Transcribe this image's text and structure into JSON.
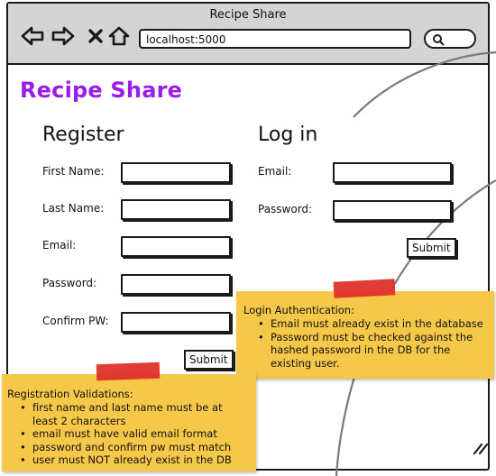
{
  "window": {
    "title": "Recipe Share"
  },
  "browser": {
    "address": "localhost:5000",
    "nav_icons": [
      "back-arrow-icon",
      "forward-arrow-icon",
      "close-x-icon",
      "home-icon"
    ],
    "search_icon": "search-icon"
  },
  "brand": {
    "name": "Recipe Share",
    "color": "#9b1bea"
  },
  "register": {
    "title": "Register",
    "fields": [
      {
        "label": "First Name:",
        "value": ""
      },
      {
        "label": "Last Name:",
        "value": ""
      },
      {
        "label": "Email:",
        "value": ""
      },
      {
        "label": "Password:",
        "value": ""
      },
      {
        "label": "Confirm PW:",
        "value": ""
      }
    ],
    "submit_label": "Submit"
  },
  "login": {
    "title": "Log in",
    "fields": [
      {
        "label": "Email:",
        "value": ""
      },
      {
        "label": "Password:",
        "value": ""
      }
    ],
    "submit_label": "Submit"
  },
  "notes": {
    "login_auth": {
      "title": "Login Authentication:",
      "items": [
        "Email must already exist in the database",
        "Password must be checked against the hashed password in the DB for the existing user."
      ]
    },
    "registration": {
      "title": "Registration Validations:",
      "items": [
        "first name and last name must be at least 2 characters",
        "email must have valid email format",
        "password and confirm pw must match",
        "user must NOT already exist in the DB"
      ]
    },
    "note_color": "#f5c84a",
    "tape_color": "#e0322b"
  }
}
